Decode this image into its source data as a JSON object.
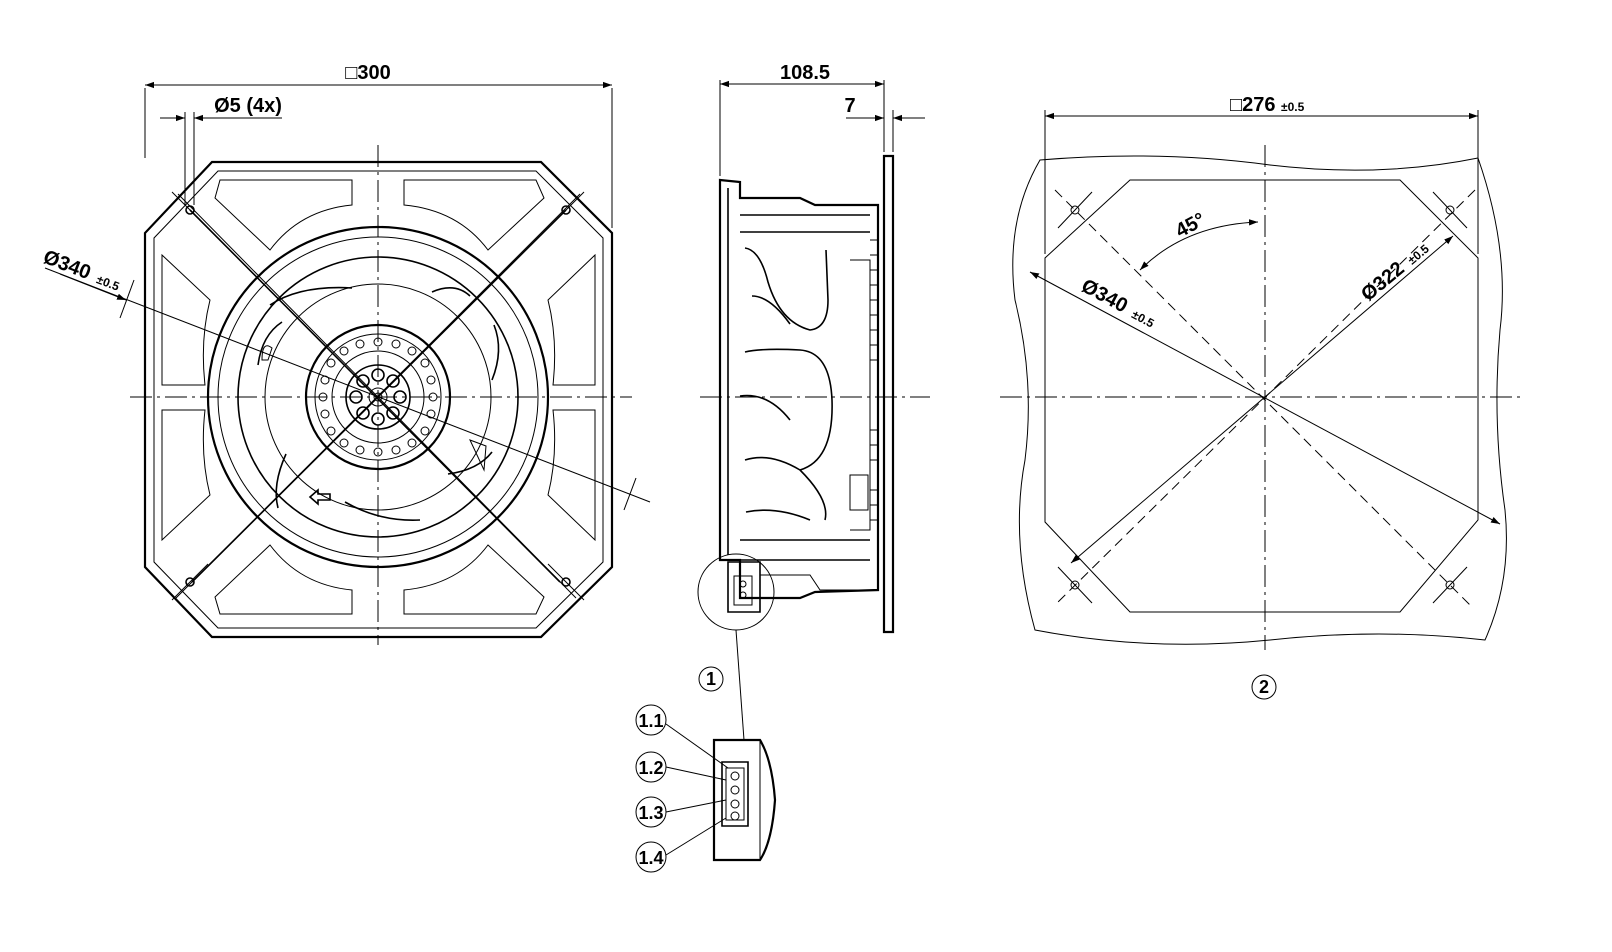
{
  "front_view": {
    "outer_size": "□300",
    "hole_spec": "Ø5 (4x)",
    "diameter": "Ø340",
    "diameter_tol": "±0.5"
  },
  "side_view": {
    "depth": "108.5",
    "flange": "7",
    "detail_callout": "1"
  },
  "connector_detail": {
    "pins": [
      "1.1",
      "1.2",
      "1.3",
      "1.4"
    ]
  },
  "mounting_template": {
    "square": "□276",
    "square_tol": "±0.5",
    "angle": "45°",
    "diameter_hole": "Ø340",
    "diameter_hole_tol": "±0.5",
    "bolt_circle": "Ø322",
    "bolt_circle_tol": "±0.5",
    "callout": "2"
  }
}
